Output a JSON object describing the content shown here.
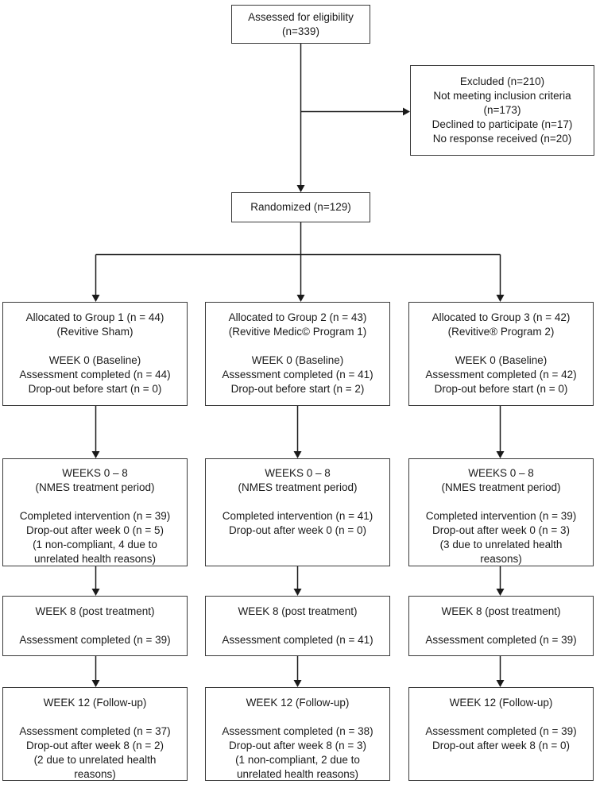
{
  "diagram": {
    "title_hint": "CONSORT participant flow diagram",
    "colors": {
      "line": "#1a1a1a",
      "box_border": "#3a3a3a",
      "background": "#ffffff",
      "text": "#1a1a1a"
    },
    "assessed": {
      "lines": [
        "Assessed for eligibility",
        "(n=339)"
      ]
    },
    "excluded": {
      "lines": [
        "Excluded (n=210)",
        "Not meeting inclusion criteria",
        "(n=173)",
        "Declined to participate (n=17)",
        "No response received (n=20)"
      ]
    },
    "randomized": {
      "lines": [
        "Randomized (n=129)"
      ]
    },
    "columns": [
      {
        "allocation": {
          "lines": [
            "Allocated to Group 1 (n = 44)",
            "(Revitive Sham)",
            "",
            "WEEK 0 (Baseline)",
            "Assessment completed (n = 44)",
            "Drop-out before start (n = 0)"
          ]
        },
        "treatment": {
          "lines": [
            "WEEKS 0 – 8",
            "(NMES treatment period)",
            "",
            "Completed intervention (n = 39)",
            "Drop-out after week 0 (n = 5)",
            "(1 non-compliant, 4 due to",
            "unrelated health reasons)"
          ]
        },
        "post_treatment": {
          "lines": [
            "WEEK 8 (post treatment)",
            "",
            "Assessment completed (n = 39)"
          ]
        },
        "follow_up": {
          "lines": [
            "WEEK 12 (Follow-up)",
            "",
            "Assessment completed (n = 37)",
            "Drop-out after week 8 (n = 2)",
            "(2 due to unrelated health",
            "reasons)"
          ]
        }
      },
      {
        "allocation": {
          "lines": [
            "Allocated to Group 2 (n = 43)",
            "(Revitive Medic© Program 1)",
            "",
            "WEEK 0 (Baseline)",
            "Assessment completed (n = 41)",
            "Drop-out before start (n = 2)"
          ]
        },
        "treatment": {
          "lines": [
            "WEEKS 0 – 8",
            "(NMES treatment period)",
            "",
            "Completed intervention (n = 41)",
            "Drop-out after week 0 (n = 0)"
          ]
        },
        "post_treatment": {
          "lines": [
            "WEEK 8 (post treatment)",
            "",
            "Assessment completed (n = 41)"
          ]
        },
        "follow_up": {
          "lines": [
            "WEEK 12 (Follow-up)",
            "",
            "Assessment completed (n = 38)",
            "Drop-out after week 8 (n = 3)",
            "(1 non-compliant, 2 due to",
            "unrelated health reasons)"
          ]
        }
      },
      {
        "allocation": {
          "lines": [
            "Allocated to Group 3 (n = 42)",
            "(Revitive® Program 2)",
            "",
            "WEEK 0 (Baseline)",
            "Assessment completed (n = 42)",
            "Drop-out before start (n = 0)"
          ]
        },
        "treatment": {
          "lines": [
            "WEEKS 0 – 8",
            "(NMES treatment period)",
            "",
            "Completed intervention (n = 39)",
            "Drop-out after week 0 (n = 3)",
            "(3 due to unrelated health",
            "reasons)"
          ]
        },
        "post_treatment": {
          "lines": [
            "WEEK 8 (post treatment)",
            "",
            "Assessment completed (n = 39)"
          ]
        },
        "follow_up": {
          "lines": [
            "WEEK 12 (Follow-up)",
            "",
            "Assessment completed (n = 39)",
            "Drop-out after week 8 (n = 0)"
          ]
        }
      }
    ]
  }
}
